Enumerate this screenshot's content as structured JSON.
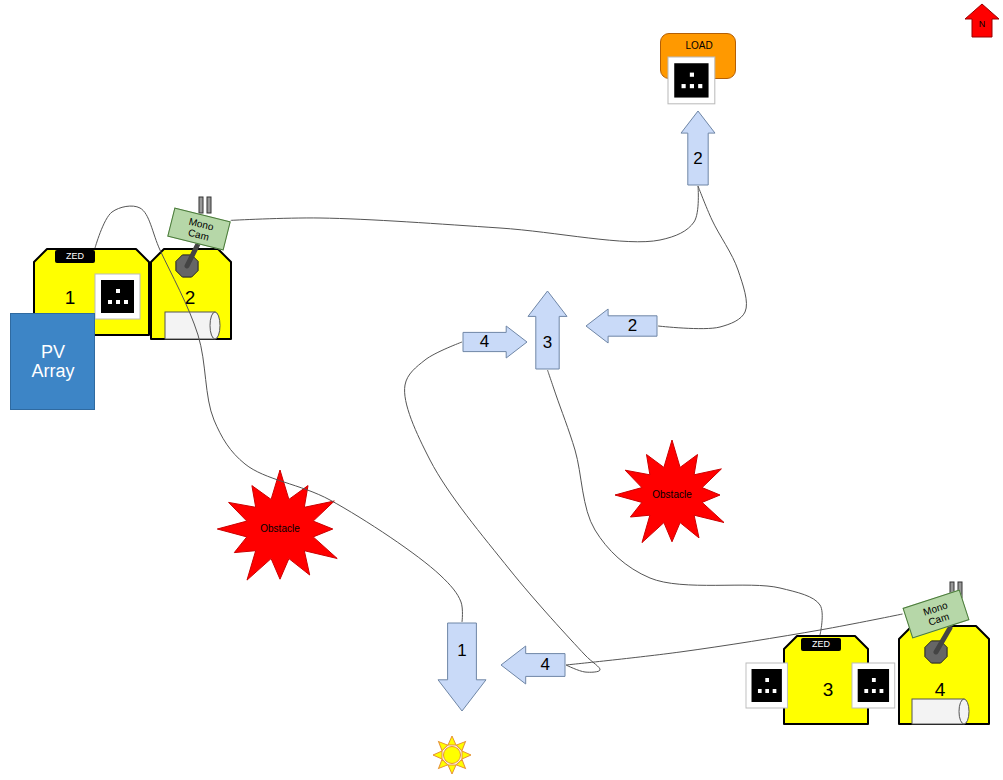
{
  "diagram": {
    "nodes": [
      {
        "text": [
          "LOAD"
        ]
      },
      {
        "text": [
          "2"
        ]
      },
      {
        "text": [
          "Mono Cam"
        ]
      },
      {
        "text": [
          "1"
        ]
      },
      {
        "text": [
          "ZED"
        ],
        "in": 3
      },
      {
        "text": [
          "2"
        ]
      },
      {
        "text": [
          "PV Array"
        ]
      },
      {
        "text": [
          "4"
        ]
      },
      {
        "text": [
          "3"
        ]
      },
      {
        "text": [
          "2"
        ]
      },
      {
        "text": [
          "Obstacle"
        ]
      },
      {
        "text": [
          "Obstacle"
        ]
      },
      {
        "text": [
          "Mono Cam"
        ]
      },
      {
        "text": [
          "1"
        ]
      },
      {
        "text": [
          "4"
        ]
      },
      {
        "text": [
          "3"
        ]
      },
      {
        "text": [
          "ZED"
        ],
        "in": 15
      },
      {
        "text": [
          "4"
        ]
      }
    ],
    "edges": [
      {
        "from": 3,
        "to": 13,
        "arrow": "none"
      },
      {
        "from": 2,
        "to": 1,
        "arrow": "none"
      },
      {
        "from": 1,
        "to": 9,
        "arrow": "none"
      },
      {
        "from": 15,
        "to": 8,
        "arrow": "none"
      },
      {
        "from": 7,
        "to": 14,
        "arrow": "none"
      },
      {
        "from": 12,
        "to": 14,
        "arrow": "none"
      }
    ],
    "labels": [
      "N"
    ]
  }
}
